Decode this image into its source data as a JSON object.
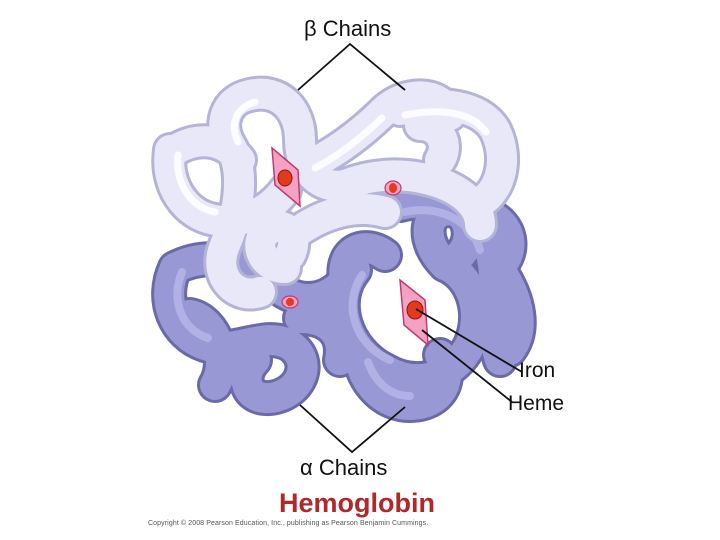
{
  "labels": {
    "beta_chains": "β Chains",
    "alpha_chains": "α Chains",
    "iron": "Iron",
    "heme": "Heme",
    "title": "Hemoglobin",
    "copyright": "Copyright © 2008 Pearson Education, Inc., publishing as Pearson Benjamin Cummings."
  },
  "colors": {
    "beta_chain": "#e6e6f5",
    "alpha_chain": "#8f8fcc",
    "heme_group": "#f080b0",
    "iron_atom": "#e23a1e",
    "title": "#b0282a",
    "leader_line": "#111111"
  }
}
